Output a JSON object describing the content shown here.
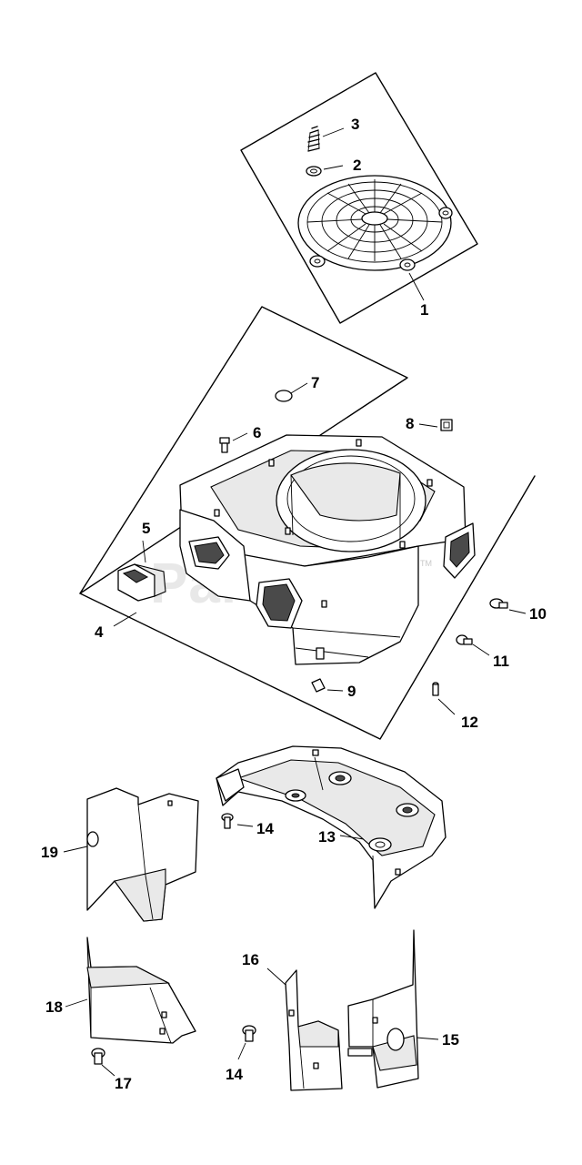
{
  "watermark": {
    "text": "PartsTree",
    "trademark": "TM"
  },
  "callouts": {
    "c1": "1",
    "c2": "2",
    "c3": "3",
    "c4": "4",
    "c5": "5",
    "c6": "6",
    "c7": "7",
    "c8": "8",
    "c9": "9",
    "c10": "10",
    "c11": "11",
    "c12": "12",
    "c13": "13",
    "c14a": "14",
    "c14b": "14",
    "c15": "15",
    "c16": "16",
    "c17": "17",
    "c18": "18",
    "c19": "19"
  }
}
